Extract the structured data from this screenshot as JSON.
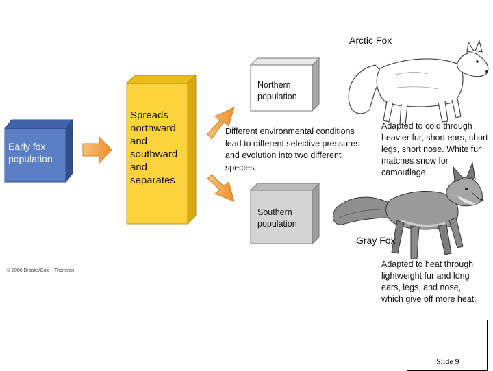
{
  "arctic_fox_title": "Arctic Fox",
  "gray_fox_title": "Gray Fox",
  "early_box": "Early fox population",
  "spread_box": "Spreads northward and southward and separates",
  "northern_box": "Northern population",
  "southern_box": "Southern population",
  "env_text": "Different environmental conditions lead to different selective pressures and evolution into two different species.",
  "arctic_desc": "Adapted to cold through heavier fur, short ears, short legs, short nose. White fur matches snow for camouflage.",
  "gray_desc": "Adapted to heat through lightweight fur and long ears, legs, and nose, which give off more heat.",
  "copyright": "© 2006 Brooks/Cole - Thomson",
  "slide_label": "Slide 9",
  "colors": {
    "early_box": "#5b7fc4",
    "spread_box": "#fad43a",
    "pop_box": "#d4d4d4",
    "arrow": "#f2a13f"
  }
}
